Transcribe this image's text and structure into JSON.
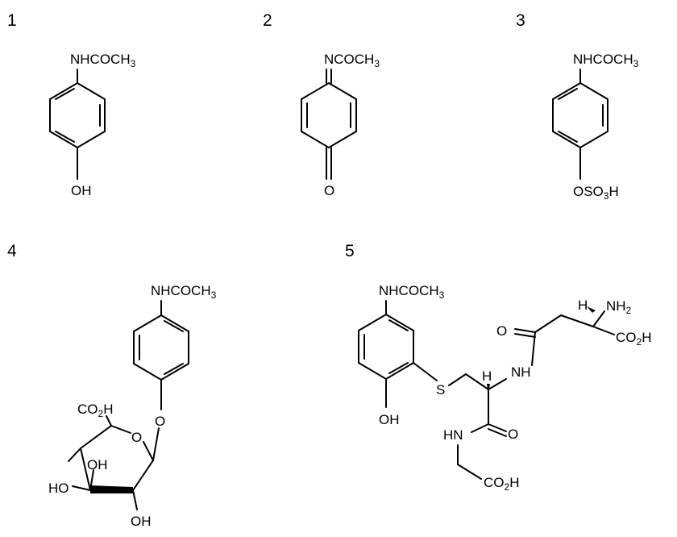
{
  "compounds": [
    {
      "number": "1",
      "groups": {
        "top": "NHCOCH",
        "top_sub": "3",
        "bottom": "OH"
      }
    },
    {
      "number": "2",
      "groups": {
        "top": "NCOCH",
        "top_sub": "3",
        "bottom": "O"
      }
    },
    {
      "number": "3",
      "groups": {
        "top": "NHCOCH",
        "top_sub": "3",
        "bottom_a": "OSO",
        "bottom_sub": "3",
        "bottom_b": "H"
      }
    },
    {
      "number": "4",
      "groups": {
        "top": "NHCOCH",
        "top_sub": "3",
        "ether_o": "O",
        "ring_o": "O",
        "carboxyl_a": "CO",
        "carboxyl_sub": "2",
        "carboxyl_b": "H",
        "oh1": "OH",
        "oh2": "HO",
        "oh3": "OH"
      }
    },
    {
      "number": "5",
      "groups": {
        "top": "NHCOCH",
        "top_sub": "3",
        "phenol": "OH",
        "sulfur": "S",
        "h_cys": "H",
        "nh_cys": "NH",
        "carbonyl_glu": "O",
        "h_glu": "H",
        "nh2_a": "NH",
        "nh2_sub": "2",
        "co2h_glu_a": "CO",
        "co2h_glu_sub": "2",
        "co2h_glu_b": "H",
        "hn_gly": "HN",
        "carbonyl_cys": "O",
        "co2h_gly_a": "CO",
        "co2h_gly_sub": "2",
        "co2h_gly_b": "H"
      }
    }
  ]
}
